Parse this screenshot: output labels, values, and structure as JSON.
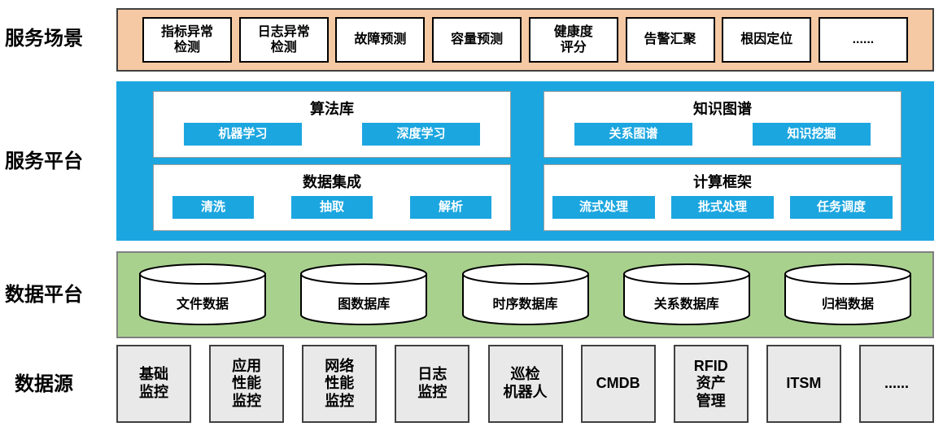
{
  "layers": {
    "scenarios": {
      "label": "服务场景",
      "items": [
        "指标异常\n检测",
        "日志异常\n检测",
        "故障预测",
        "容量预测",
        "健康度\n评分",
        "告警汇聚",
        "根因定位",
        "......"
      ]
    },
    "platform": {
      "label": "服务平台",
      "groups": [
        {
          "title": "算法库",
          "items": [
            "机器学习",
            "深度学习"
          ]
        },
        {
          "title": "知识图谱",
          "items": [
            "关系图谱",
            "知识挖掘"
          ]
        },
        {
          "title": "数据集成",
          "items": [
            "清洗",
            "抽取",
            "解析"
          ]
        },
        {
          "title": "计算框架",
          "items": [
            "流式处理",
            "批式处理",
            "任务调度"
          ]
        }
      ]
    },
    "data_platform": {
      "label": "数据平台",
      "items": [
        "文件数据",
        "图数据库",
        "时序数据库",
        "关系数据库",
        "归档数据"
      ]
    },
    "data_sources": {
      "label": "数据源",
      "items": [
        "基础\n监控",
        "应用\n性能\n监控",
        "网络\n性能\n监控",
        "日志\n监控",
        "巡检\n机器人",
        "CMDB",
        "RFID\n资产\n管理",
        "ITSM",
        "......"
      ]
    }
  },
  "colors": {
    "scenario_band": "#f5c9a3",
    "platform_band": "#1ca6e0",
    "pill": "#1ca6e0",
    "data_band": "#a9d18e",
    "source_box": "#e9e9e9"
  }
}
